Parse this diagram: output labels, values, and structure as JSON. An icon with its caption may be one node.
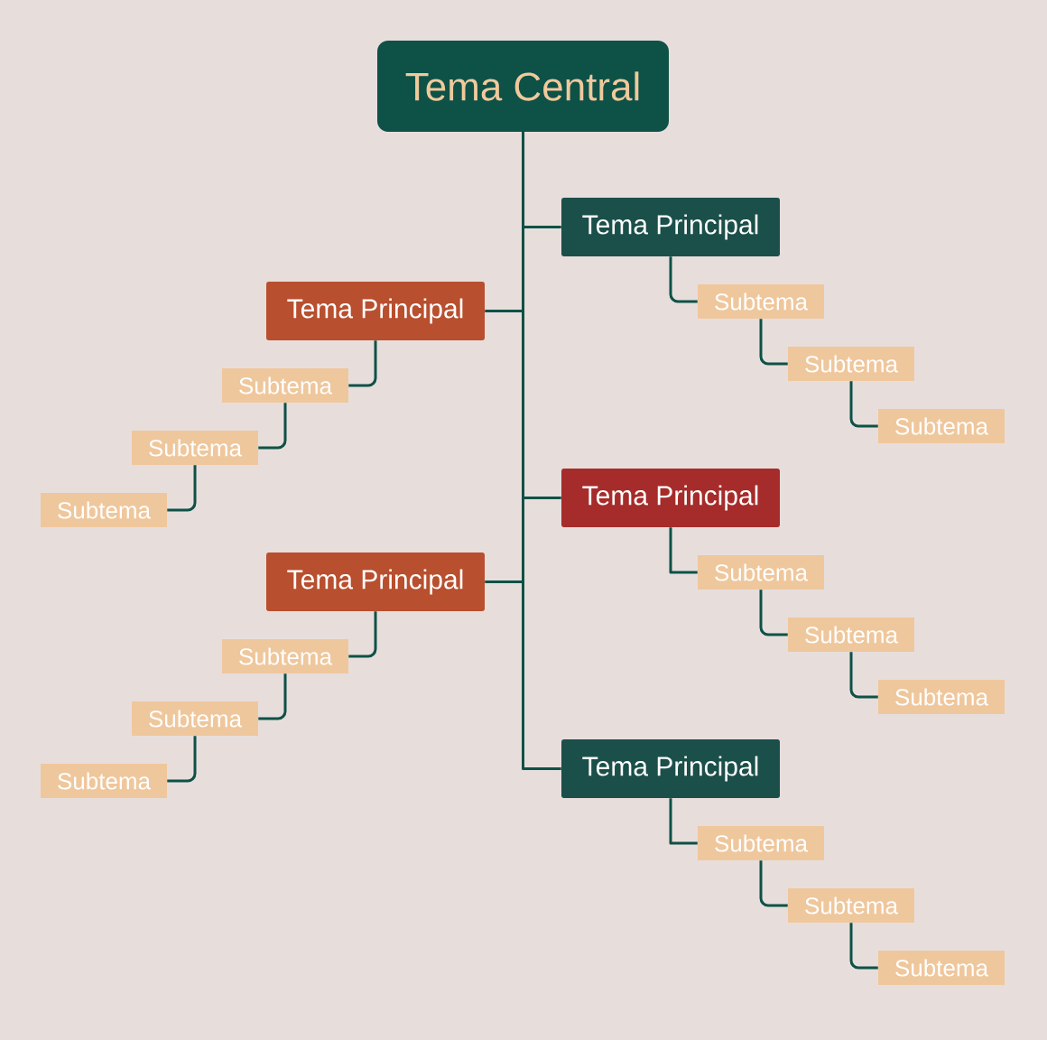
{
  "diagram": {
    "nodes": [
      {
        "text": [
          "Tema Central"
        ]
      },
      {
        "text": [
          "Tema Principal"
        ]
      },
      {
        "text": [
          "Subtema"
        ]
      },
      {
        "text": [
          "Subtema"
        ]
      },
      {
        "text": [
          "Subtema"
        ]
      },
      {
        "text": [
          "Tema Principal"
        ]
      },
      {
        "text": [
          "Subtema"
        ]
      },
      {
        "text": [
          "Subtema"
        ]
      },
      {
        "text": [
          "Subtema"
        ]
      },
      {
        "text": [
          "Tema Principal"
        ]
      },
      {
        "text": [
          "Subtema"
        ]
      },
      {
        "text": [
          "Subtema"
        ]
      },
      {
        "text": [
          "Subtema"
        ]
      },
      {
        "text": [
          "Tema Principal"
        ]
      },
      {
        "text": [
          "Subtema"
        ]
      },
      {
        "text": [
          "Subtema"
        ]
      },
      {
        "text": [
          "Subtema"
        ]
      },
      {
        "text": [
          "Tema Principal"
        ]
      },
      {
        "text": [
          "Subtema"
        ]
      },
      {
        "text": [
          "Subtema"
        ]
      },
      {
        "text": [
          "Subtema"
        ]
      }
    ],
    "edges": [
      {
        "from": 0,
        "to": 1,
        "arrow": "none"
      },
      {
        "from": 1,
        "to": 2,
        "arrow": "none"
      },
      {
        "from": 2,
        "to": 3,
        "arrow": "none"
      },
      {
        "from": 3,
        "to": 4,
        "arrow": "none"
      },
      {
        "from": 0,
        "to": 5,
        "arrow": "none"
      },
      {
        "from": 5,
        "to": 6,
        "arrow": "none"
      },
      {
        "from": 6,
        "to": 7,
        "arrow": "none"
      },
      {
        "from": 7,
        "to": 8,
        "arrow": "none"
      },
      {
        "from": 0,
        "to": 9,
        "arrow": "none"
      },
      {
        "from": 9,
        "to": 10,
        "arrow": "none"
      },
      {
        "from": 10,
        "to": 11,
        "arrow": "none"
      },
      {
        "from": 11,
        "to": 12,
        "arrow": "none"
      },
      {
        "from": 0,
        "to": 13,
        "arrow": "none"
      },
      {
        "from": 13,
        "to": 14,
        "arrow": "none"
      },
      {
        "from": 14,
        "to": 15,
        "arrow": "none"
      },
      {
        "from": 15,
        "to": 16,
        "arrow": "none"
      },
      {
        "from": 0,
        "to": 17,
        "arrow": "none"
      },
      {
        "from": 17,
        "to": 18,
        "arrow": "none"
      },
      {
        "from": 18,
        "to": 19,
        "arrow": "none"
      },
      {
        "from": 19,
        "to": 20,
        "arrow": "none"
      }
    ]
  }
}
